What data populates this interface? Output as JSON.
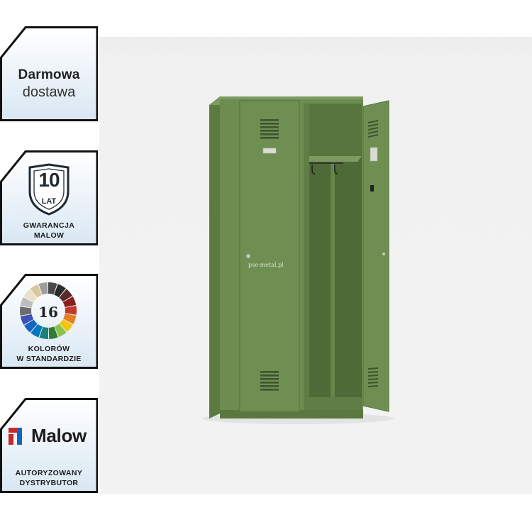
{
  "badges": {
    "delivery": {
      "line1": "Darmowa",
      "line2": "dostawa"
    },
    "warranty": {
      "number": "10",
      "unit": "LAT",
      "caption1": "GWARANCJA",
      "caption2": "MALOW"
    },
    "colors": {
      "number": "16",
      "caption1": "KOLORÓW",
      "caption2": "W STANDARDZIE",
      "wheel_colors": [
        "#4a4a4a",
        "#2a2a2a",
        "#5a2a2a",
        "#8a1e1e",
        "#c0392b",
        "#e67e22",
        "#f1c40f",
        "#8bc34a",
        "#2e7d32",
        "#1b7f7a",
        "#0277bd",
        "#1565c0",
        "#3f51b5",
        "#6d6d6d",
        "#bdbdbd",
        "#e8e0c8",
        "#d8c8a0",
        "#9e9e9e"
      ]
    },
    "distributor": {
      "brand": "Malow",
      "caption1": "AUTORYZOWANY",
      "caption2": "DYSTRYBUTOR",
      "logo_colors": [
        "#c62828",
        "#1565c0"
      ]
    }
  },
  "product": {
    "watermark": "pse-metal.pl",
    "locker_color": "#6b8a4e"
  }
}
